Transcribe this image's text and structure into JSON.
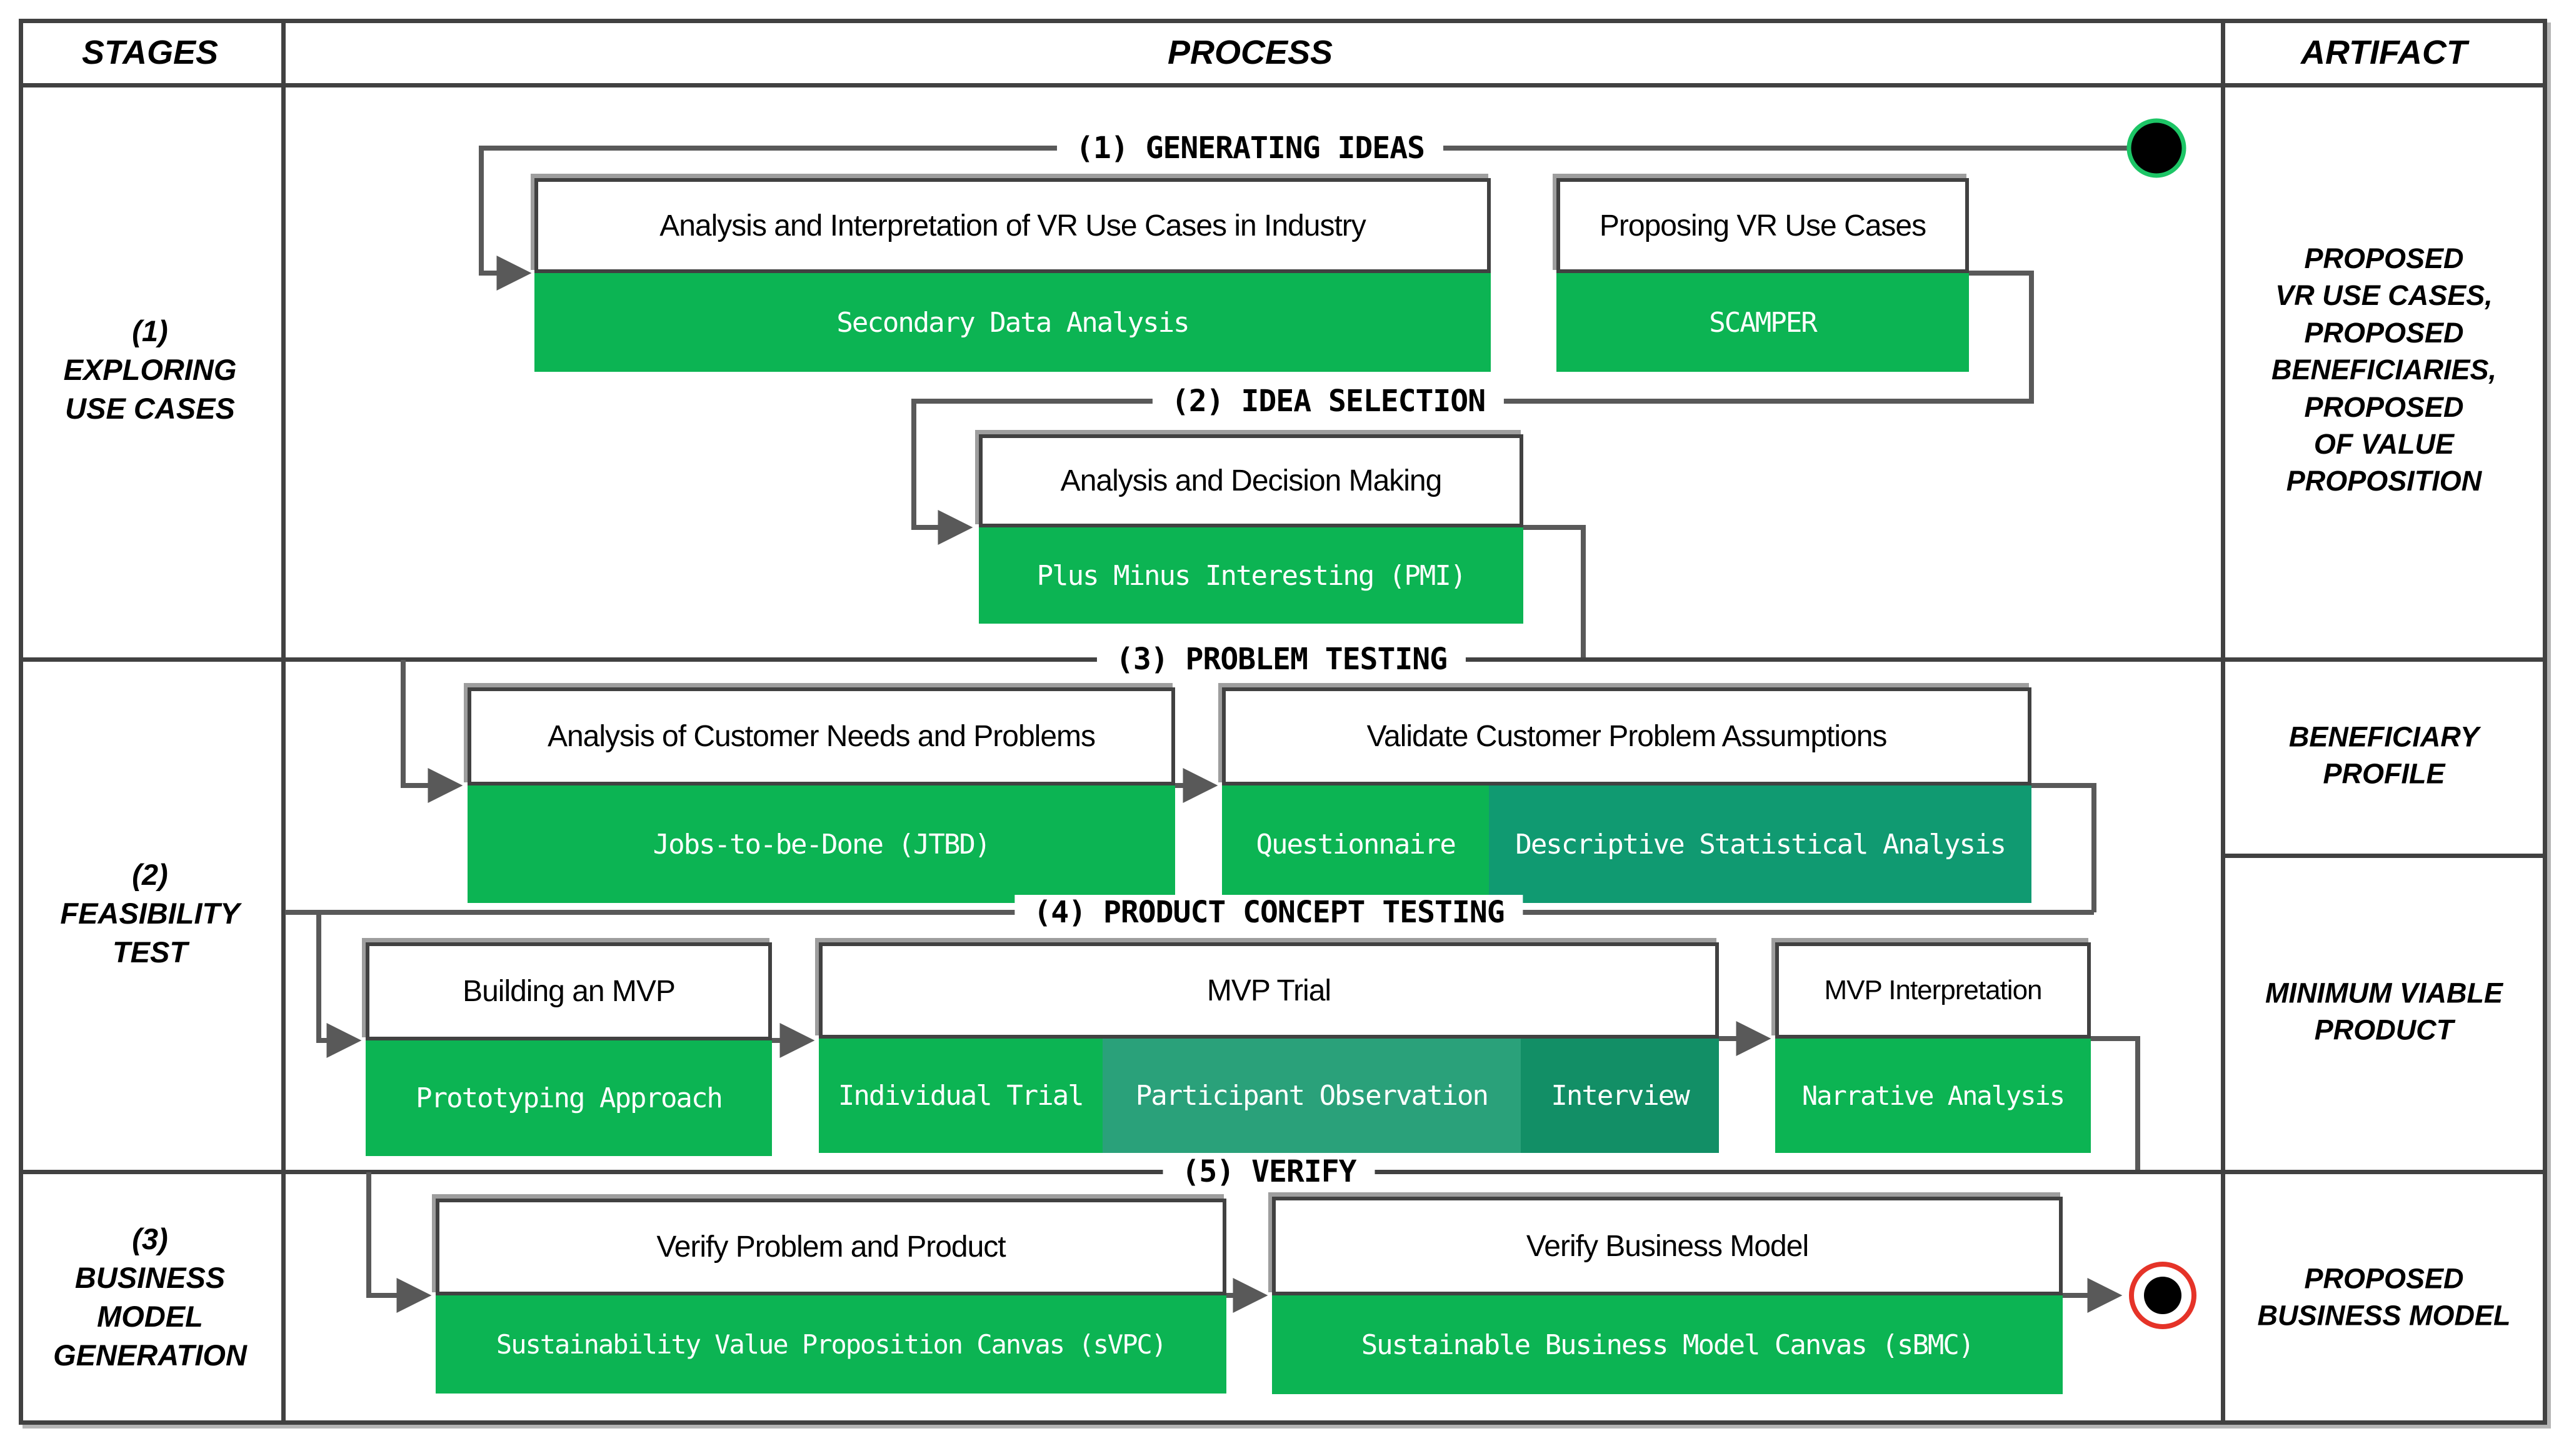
{
  "header": {
    "stages": "STAGES",
    "process": "PROCESS",
    "artifact": "ARTIFACT"
  },
  "stages": {
    "stage1": "(1)\nEXPLORING\nUSE CASES",
    "stage2": "(2)\nFEASIBILITY\nTEST",
    "stage3": "(3)\nBUSINESS\nMODEL\nGENERATION"
  },
  "artifacts": {
    "artifact1": "PROPOSED\nVR USE CASES,\nPROPOSED\nBENEFICIARIES,\nPROPOSED\nOF VALUE\nPROPOSITION",
    "artifact2": "BENEFICIARY\nPROFILE",
    "artifact3": "MINIMUM VIABLE\nPRODUCT",
    "artifact4": "PROPOSED\nBUSINESS MODEL"
  },
  "sections": {
    "s1": "(1) GENERATING IDEAS",
    "s2": "(2) IDEA SELECTION",
    "s3": "(3) PROBLEM TESTING",
    "s4": "(4) PRODUCT CONCEPT TESTING",
    "s5": "(5) VERIFY"
  },
  "activities": {
    "a1": {
      "title": "Analysis and Interpretation of VR Use Cases in Industry",
      "method": "Secondary Data Analysis"
    },
    "a2": {
      "title": "Proposing VR Use Cases",
      "method": "SCAMPER"
    },
    "a3": {
      "title": "Analysis and Decision Making",
      "method": "Plus Minus Interesting (PMI)"
    },
    "a4": {
      "title": "Analysis of Customer Needs and Problems",
      "method": "Jobs-to-be-Done (JTBD)"
    },
    "a5": {
      "title": "Validate Customer Problem Assumptions",
      "methods": [
        "Questionnaire",
        "Descriptive Statistical Analysis"
      ]
    },
    "a6": {
      "title": "Building an MVP",
      "method": "Prototyping Approach"
    },
    "a7": {
      "title": "MVP Trial",
      "methods": [
        "Individual Trial",
        "Participant Observation",
        "Interview"
      ]
    },
    "a8": {
      "title": "MVP Interpretation",
      "method": "Narrative Analysis"
    },
    "a9": {
      "title": "Verify Problem and Product",
      "method": "Sustainability Value Proposition Canvas (sVPC)"
    },
    "a10": {
      "title": "Verify Business Model",
      "method": "Sustainable Business Model Canvas (sBMC)"
    }
  },
  "colors": {
    "green": "#0cb453",
    "teal": "#109a71",
    "sea": "#2aa17a",
    "dark": "#128f66",
    "line": "#595959",
    "border": "#414141",
    "startring": "#1dc566",
    "endring": "#e53328"
  }
}
